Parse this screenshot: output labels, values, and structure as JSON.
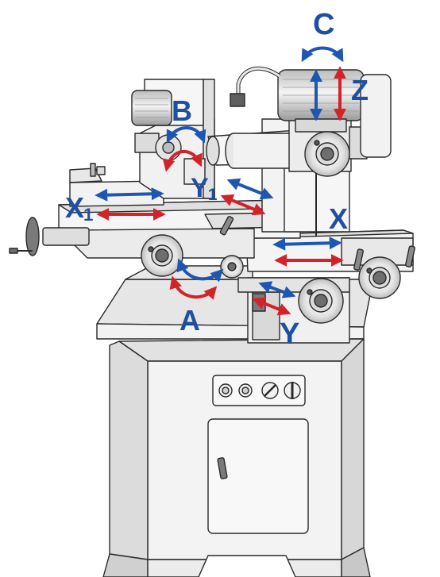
{
  "figure": {
    "subject": "tool and cutter grinding machine",
    "colors": {
      "body_fill": "#efefef",
      "body_light": "#f8f8f8",
      "outline": "#2a2a2a",
      "shade": "#cfcfcf",
      "dark": "#6e6e6e",
      "axis_blue": "#1f57b0",
      "axis_red": "#d2232a",
      "label_blue": "#1f4fa0"
    }
  },
  "axes": {
    "C": {
      "letter": "C",
      "sub": ""
    },
    "Z": {
      "letter": "Z",
      "sub": ""
    },
    "B": {
      "letter": "B",
      "sub": ""
    },
    "Y1": {
      "letter": "Y",
      "sub": "1"
    },
    "X1": {
      "letter": "X",
      "sub": "1"
    },
    "X": {
      "letter": "X",
      "sub": ""
    },
    "A": {
      "letter": "A",
      "sub": ""
    },
    "Y": {
      "letter": "Y",
      "sub": ""
    }
  }
}
